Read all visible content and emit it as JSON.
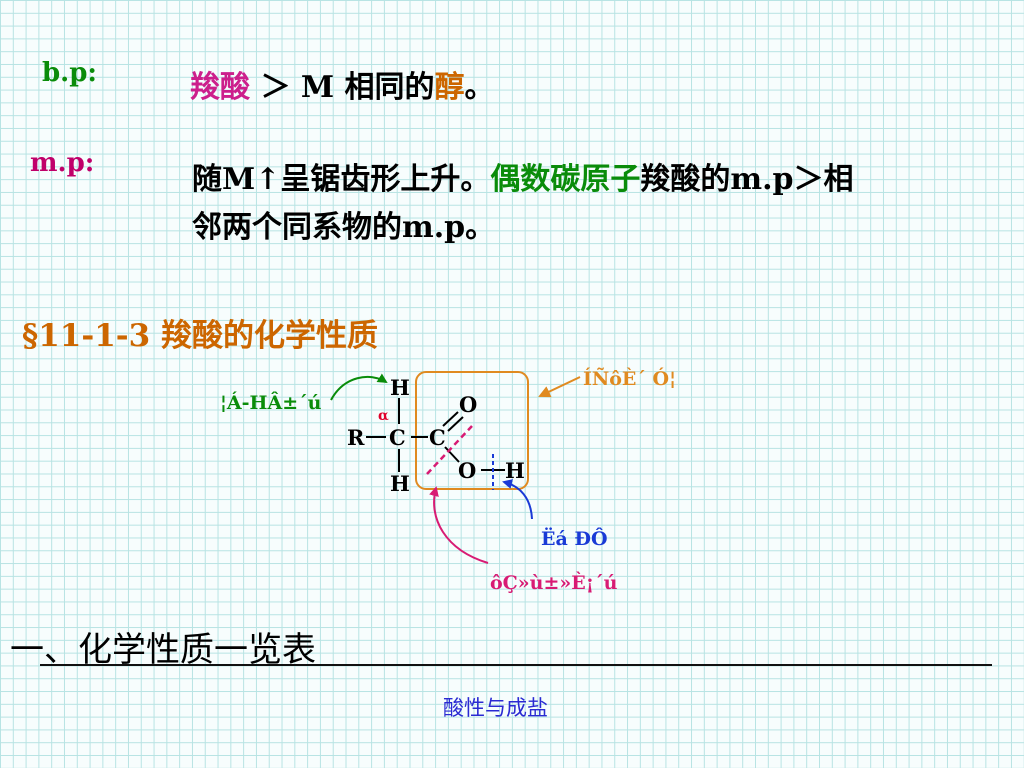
{
  "bp": {
    "label": "b.p:",
    "seg1": "羧酸",
    "seg2": " ＞ M 相同的",
    "seg3": "醇",
    "seg4": "。"
  },
  "mp": {
    "label": "m.p:",
    "line1": {
      "seg1": "随M↑呈锯齿形上升。",
      "seg2": "偶数碳原子",
      "seg3": "羧酸的m.p＞相"
    },
    "line2": "邻两个同系物的m.p。"
  },
  "section_title": "§11-1-3 羧酸的化学性质",
  "diagram": {
    "atoms": {
      "h_top": "H",
      "alpha": "α",
      "r": "R",
      "c1": "C",
      "c2": "C",
      "o_top": "O",
      "o": "O",
      "h_right": "H",
      "h_bottom": "H"
    },
    "labels": {
      "top_left": "¦Á-HÂ±´ú",
      "top_right": "ÍÑôÈ´ Ó¦",
      "bottom_right": "Ëá ÐÔ",
      "bottom": "ôÇ»ù±»È¡´ú"
    },
    "colors": {
      "green": "#0a8c0a",
      "orange": "#e08a20",
      "blue": "#1a3ad6",
      "pink": "#d81b74",
      "red": "#e0002a"
    }
  },
  "heading_overview": "一、化学性质一览表",
  "link_acid": "酸性与成盐"
}
